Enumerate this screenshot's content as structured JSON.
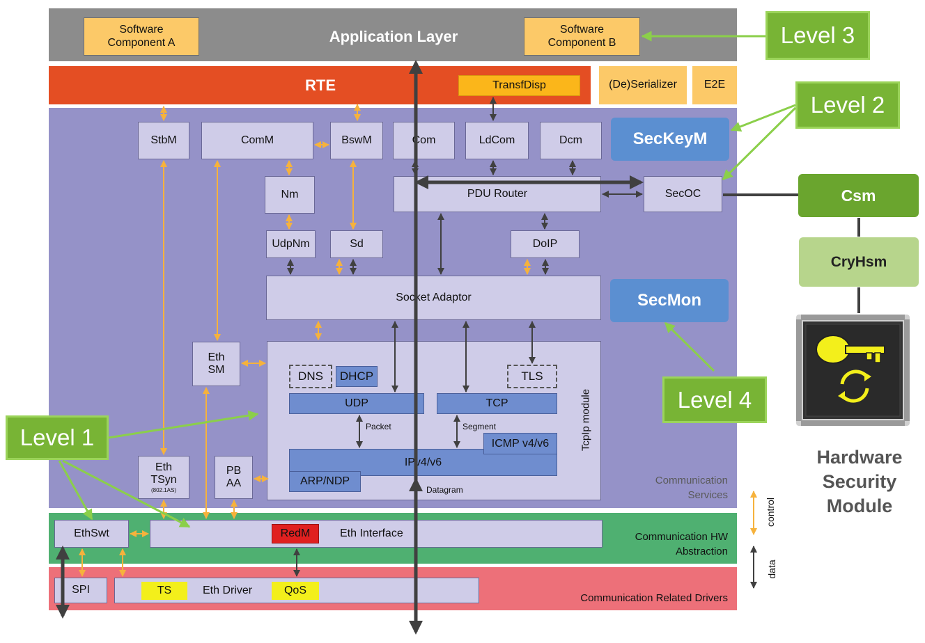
{
  "layers": {
    "application": "Application Layer",
    "rte": "RTE",
    "comm_services": "Communication\nServices",
    "comm_hw": "Communication HW\nAbstraction",
    "comm_drivers": "Communication Related Drivers"
  },
  "app": {
    "swc_a": "Software\nComponent A",
    "swc_b": "Software\nComponent B"
  },
  "rte_boxes": {
    "transf": "TransfDisp",
    "serializer": "(De)Serializer",
    "e2e": "E2E"
  },
  "modules": {
    "stbm": "StbM",
    "comm": "ComM",
    "bswm": "BswM",
    "com": "Com",
    "ldcom": "LdCom",
    "dcm": "Dcm",
    "nm": "Nm",
    "pdu_router": "PDU Router",
    "secoc": "SecOC",
    "udpnm": "UdpNm",
    "sd": "Sd",
    "doip": "DoIP",
    "socket": "Socket Adaptor",
    "ethsm": "Eth\nSM",
    "ethtsyn": "Eth\nTSyn",
    "ethtsyn_sub": "(802.1AS)",
    "pbaa": "PB\nAA",
    "tcpip": "TcpIp module"
  },
  "tcpip": {
    "dns": "DNS",
    "dhcp": "DHCP",
    "tls": "TLS",
    "udp": "UDP",
    "tcp": "TCP",
    "packet": "Packet",
    "segment": "Segment",
    "icmp": "ICMP v4/v6",
    "ip": "IPv4/v6",
    "arp": "ARP/NDP",
    "datagram": "Datagram"
  },
  "hw": {
    "ethswt": "EthSwt",
    "redm": "RedM",
    "ethif": "Eth Interface"
  },
  "drivers": {
    "spi": "SPI",
    "ts": "TS",
    "ethdrv": "Eth Driver",
    "qos": "QoS"
  },
  "security": {
    "seckeym": "SecKeyM",
    "secmon": "SecMon",
    "csm": "Csm",
    "cryhsm": "CryHsm",
    "hsm_label": "Hardware\nSecurity\nModule"
  },
  "levels": {
    "l1": "Level 1",
    "l2": "Level 2",
    "l3": "Level 3",
    "l4": "Level 4"
  },
  "legend": {
    "control": "control",
    "data": "data"
  },
  "colors": {
    "app_layer": "#8c8c8c",
    "rte": "#e44e23",
    "services": "#9592c8",
    "hw_abstraction": "#4fb071",
    "drivers": "#ed7079",
    "module": "#cfcce8",
    "control_arrow": "#f6b23c",
    "data_arrow": "#404040",
    "level_green": "#78b435",
    "sec_blue": "#5b8fd1",
    "redm": "#e02020",
    "yellow": "#f3ef1b"
  }
}
